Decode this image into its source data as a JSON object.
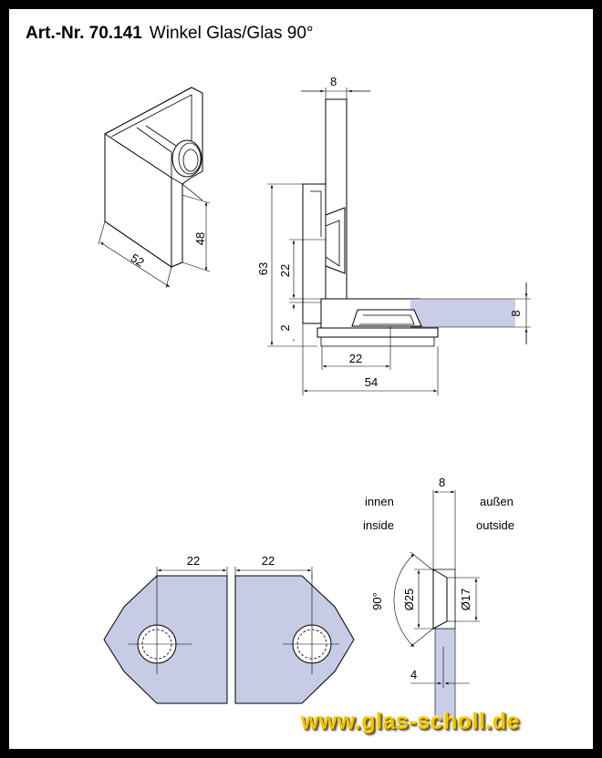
{
  "title": {
    "article": "Art.-Nr. 70.141",
    "name": "Winkel Glas/Glas 90°"
  },
  "iso_view": {
    "dim_width": "52",
    "dim_height": "48"
  },
  "side_view": {
    "dim_top_thickness": "8",
    "dim_total_height": "63",
    "dim_inner_height": "22",
    "dim_base": "2",
    "dim_glass_thickness": "8",
    "dim_inner_width": "22",
    "dim_total_width": "54"
  },
  "plan_view": {
    "dim_left": "22",
    "dim_right": "22"
  },
  "section_view": {
    "dim_thickness": "8",
    "label_inner_de": "innen",
    "label_inner_en": "inside",
    "label_outer_de": "außen",
    "label_outer_en": "outside",
    "dim_angle": "90°",
    "dim_countersink": "Ø25",
    "dim_hole": "Ø17",
    "dim_depth": "4"
  },
  "watermark": "www.glas-scholl.de",
  "colors": {
    "glass": "#c9cde6",
    "watermark": "#f2c400",
    "frame": "#000000"
  }
}
